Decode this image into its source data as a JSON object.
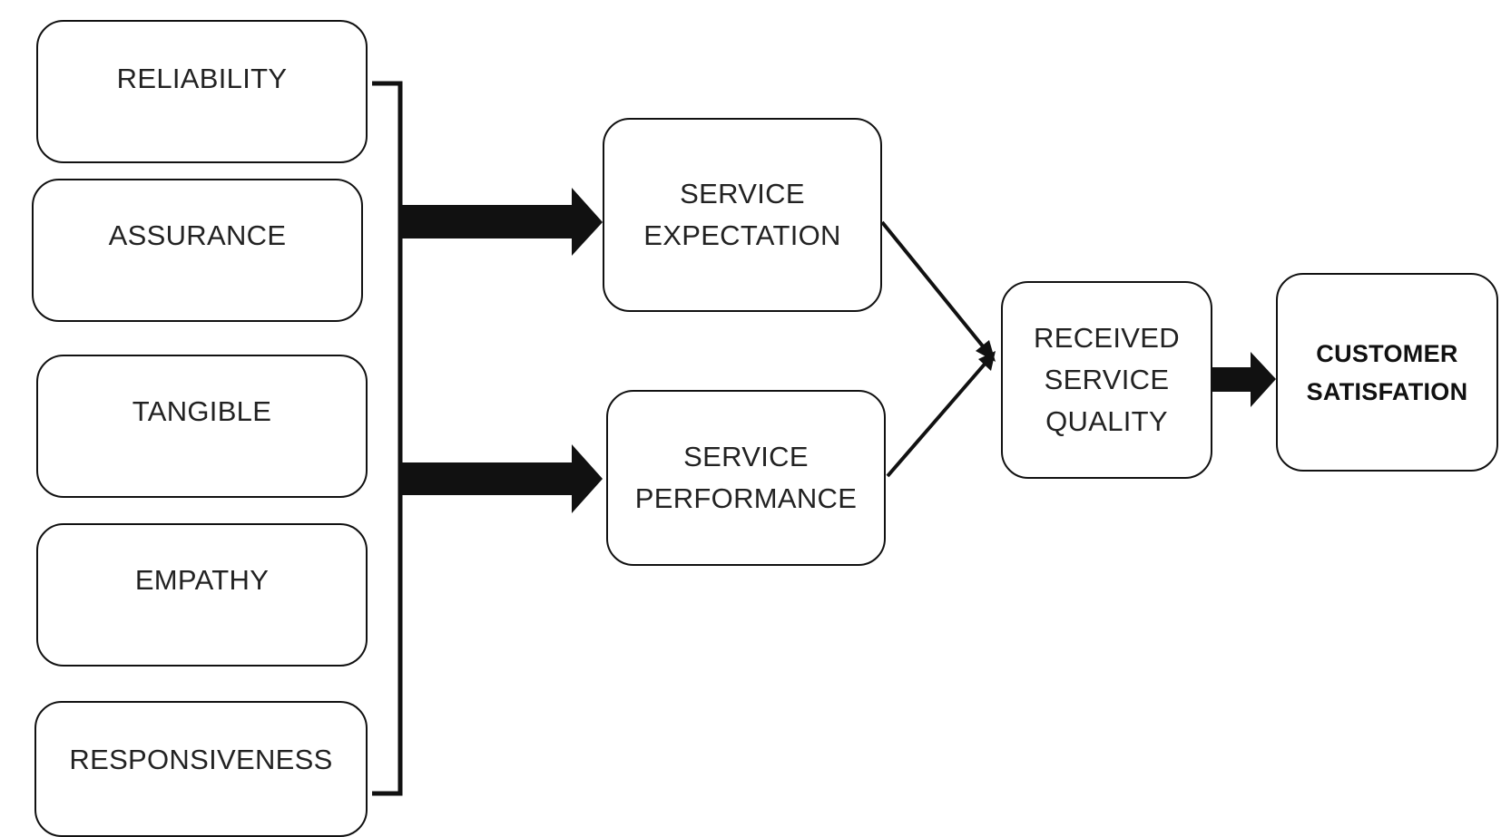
{
  "diagram": {
    "dimensions": {
      "reliability": "RELIABILITY",
      "assurance": "ASSURANCE",
      "tangible": "TANGIBLE",
      "empathy": "EMPATHY",
      "responsiveness": "RESPONSIVENESS"
    },
    "service_expectation": {
      "line1": "SERVICE",
      "line2": "EXPECTATION"
    },
    "service_performance": {
      "line1": "SERVICE",
      "line2": "PERFORMANCE"
    },
    "received_quality": {
      "line1": "RECEIVED",
      "line2": "SERVICE",
      "line3": "QUALITY"
    },
    "customer_satisfaction": {
      "line1": "CUSTOMER",
      "line2": "SATISFATION"
    }
  },
  "colors": {
    "stroke": "#111111",
    "background": "#ffffff"
  }
}
